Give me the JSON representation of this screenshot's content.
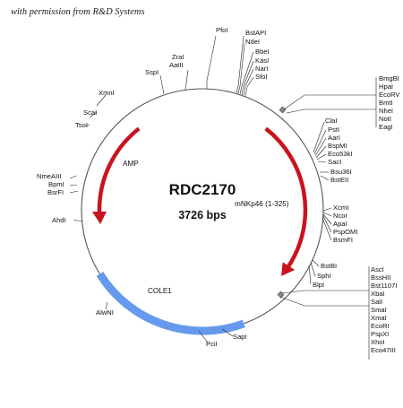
{
  "permission_note": "with permission from R&D Systems",
  "plasmid": {
    "name": "RDC2170",
    "size": "3726 bps"
  },
  "colors": {
    "arrow": "#c8141e",
    "ori": "#6699ee",
    "backbone": "#555555"
  },
  "features": {
    "amp": "AMP",
    "insert": "mNKp46 (1-325)",
    "ori": "COLE1"
  },
  "sites": {
    "pfoi": "PfoI",
    "zral": "ZraI",
    "aatii": "AatII",
    "sspi": "SspI",
    "xmni": "XmnI",
    "scai": "ScaI",
    "tsoi": "TsoI",
    "nmeaiii": "NmeAIII",
    "bpmi": "BpmI",
    "bsrfi": "BsrFI",
    "ahdi": "AhdI",
    "alwni": "AlwNI",
    "pcii": "PciI",
    "sapi": "SapI",
    "bstapi": "BstAPI",
    "ndei": "NdeI",
    "bbei": "BbeI",
    "kasi": "KasI",
    "nari": "NarI",
    "sfoi": "SfoI",
    "clai": "ClaI",
    "psti": "PstI",
    "aari": "AarI",
    "bspmi": "BspMI",
    "eco53ki": "Eco53kI",
    "saci": "SacI",
    "bsu36i": "Bsu36I",
    "bsteii": "BstEII",
    "xcmi": "XcmI",
    "ncoi": "NcoI",
    "apai": "ApaI",
    "pspomi": "PspOMI",
    "bsmfi": "BsmFI",
    "bstbi": "BstBI",
    "sphi": "SphI",
    "blpi": "BlpI",
    "mcs1": [
      "BmgBI",
      "HpaI",
      "EcoRV",
      "BmtI",
      "NheI",
      "NotI",
      "EagI"
    ],
    "mcs2": [
      "AscI",
      "BssHII",
      "Bst1107I",
      "XbaI",
      "SalI",
      "SmaI",
      "XmaI",
      "EcoRI",
      "PspXI",
      "XhoI",
      "Eco47III"
    ]
  }
}
